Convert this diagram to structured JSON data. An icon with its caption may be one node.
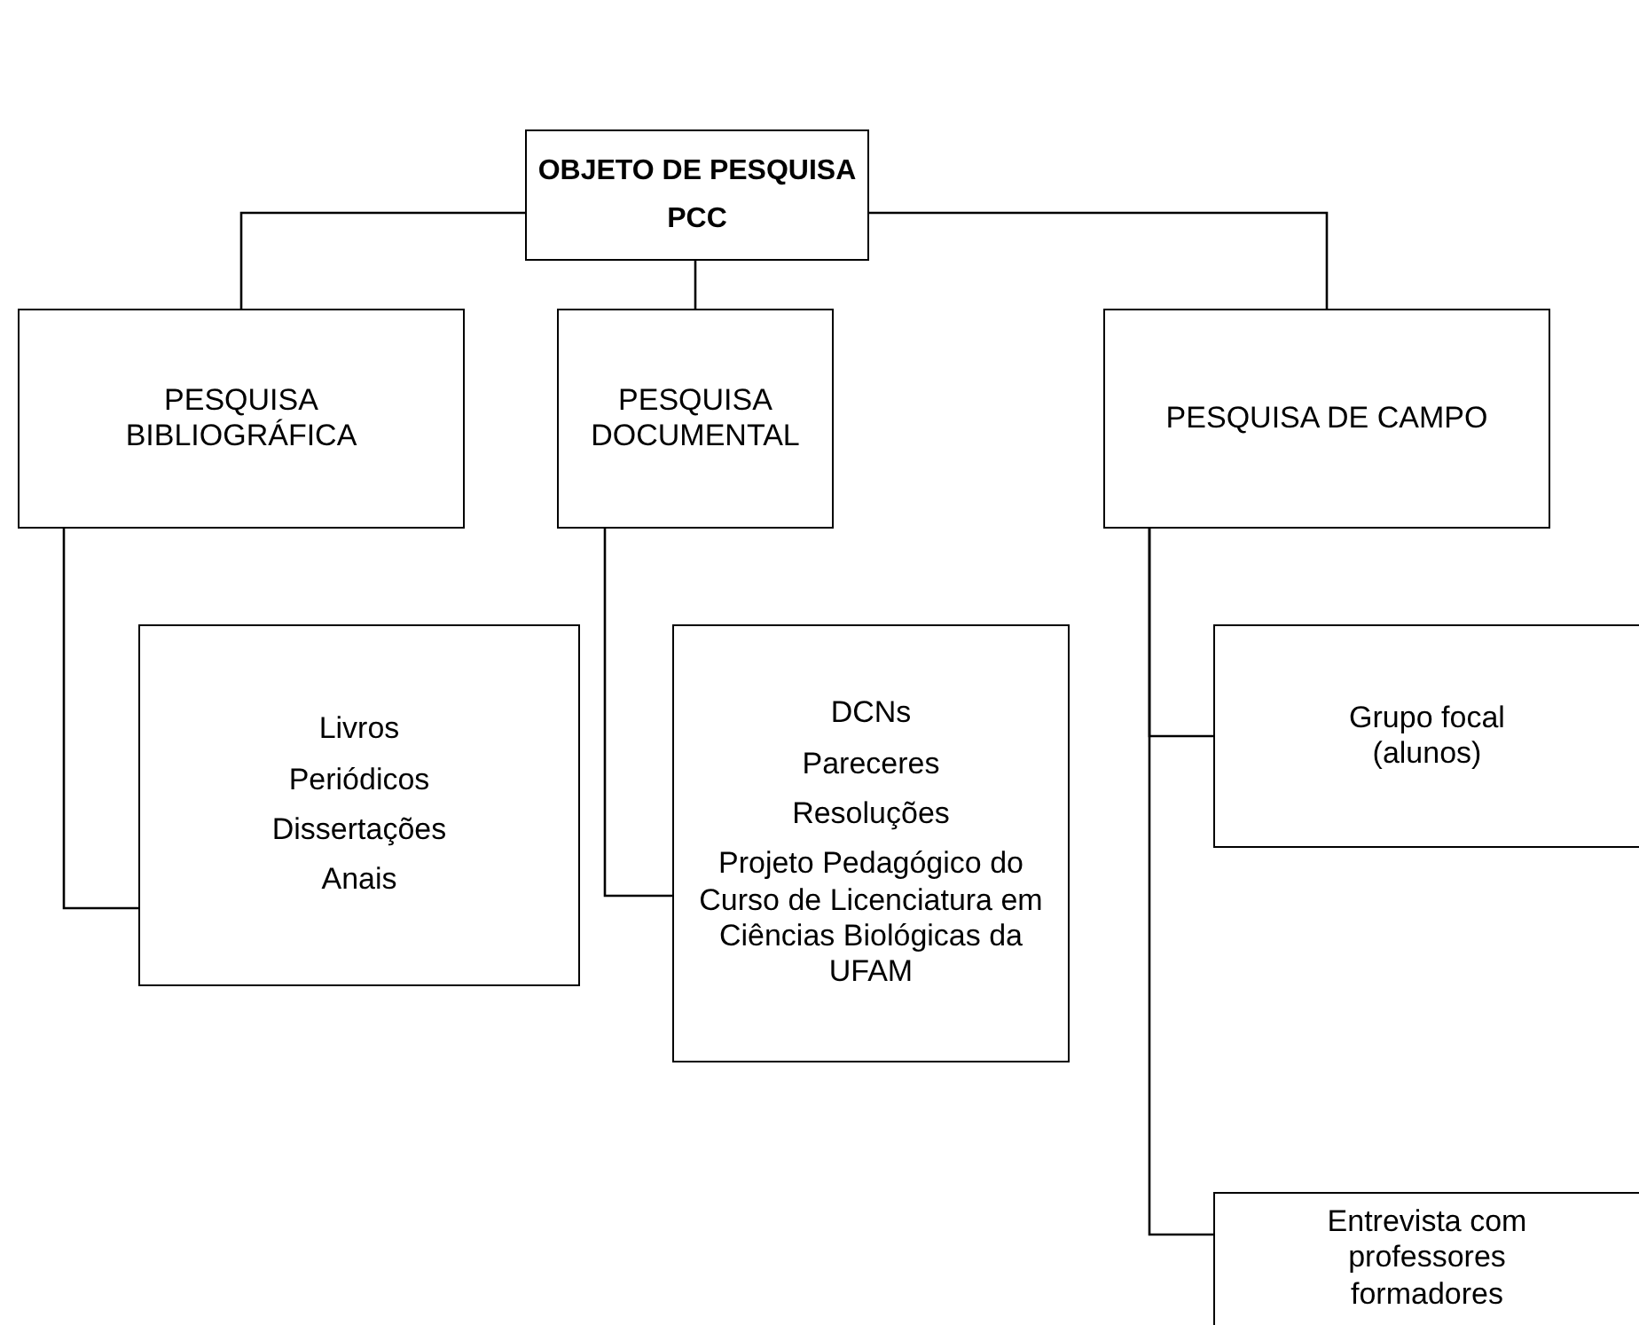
{
  "diagram": {
    "nodes": [
      {
        "text": [
          "OBJETO DE PESQUISA",
          "PCC"
        ]
      },
      {
        "text": [
          "PESQUISA BIBLIOGRÁFICA"
        ]
      },
      {
        "text": [
          "PESQUISA DOCUMENTAL"
        ]
      },
      {
        "text": [
          "PESQUISA DE CAMPO"
        ]
      },
      {
        "text": [
          "Livros",
          "Periódicos",
          "Dissertações",
          "Anais"
        ]
      },
      {
        "text": [
          "DCNs",
          "Pareceres",
          "Resoluções",
          "Projeto Pedagógico do Curso de Licenciatura em Ciências Biológicas da UFAM"
        ]
      },
      {
        "text": [
          "Grupo focal (alunos)"
        ]
      },
      {
        "text": [
          "Entrevista com professores formadores"
        ]
      }
    ],
    "edges": [
      {
        "from": 0,
        "to": 1,
        "arrow": "none"
      },
      {
        "from": 0,
        "to": 2,
        "arrow": "none"
      },
      {
        "from": 0,
        "to": 3,
        "arrow": "none"
      },
      {
        "from": 1,
        "to": 4,
        "arrow": "none"
      },
      {
        "from": 2,
        "to": 5,
        "arrow": "none"
      },
      {
        "from": 3,
        "to": 6,
        "arrow": "none"
      },
      {
        "from": 3,
        "to": 7,
        "arrow": "none"
      }
    ]
  }
}
